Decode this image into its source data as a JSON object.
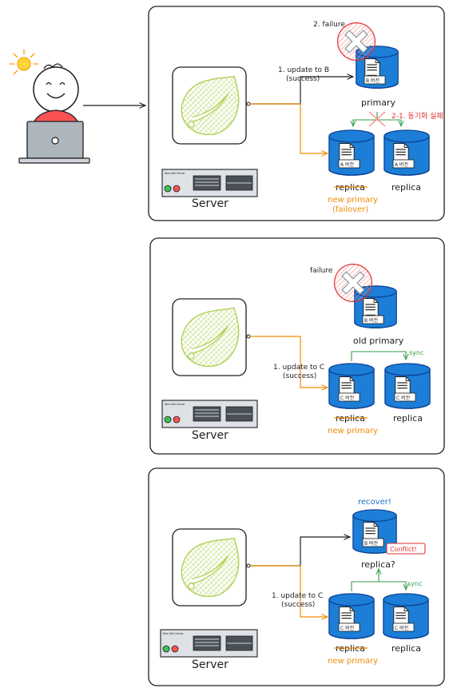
{
  "colors": {
    "db_blue": "#1c7ed6",
    "db_dark": "#0b3d91",
    "orange": "#f08c00",
    "red": "#e03131",
    "green": "#2f9e44",
    "spring_green": "#b2d25a",
    "person_shirt": "#fa5252",
    "sun": "#ffd43b"
  },
  "panel1": {
    "failure": "2. failure",
    "update": "1. update to B",
    "success": "(success)",
    "primary_doc": "B 버전",
    "primary_label": "primary",
    "sync_fail": "2-1. 동기화 실패",
    "replica1_doc": "A 버전",
    "replica1_label": "replica",
    "new_primary": "new primary",
    "failover": "(failover)",
    "replica2_doc": "A 버전",
    "replica2_label": "replica",
    "server_label": "Server",
    "server_brand": "New Dell Server"
  },
  "panel2": {
    "failure": "failure",
    "old_doc": "B 버전",
    "old_primary": "old primary",
    "update": "1. update to C",
    "success": "(success)",
    "sync": "sync",
    "replica1_doc": "C 버전",
    "replica1_label": "replica",
    "new_primary": "new primary",
    "replica2_doc": "C 버전",
    "replica2_label": "replica",
    "server_label": "Server",
    "server_brand": "New Dell Server"
  },
  "panel3": {
    "recover": "recover!",
    "recovered_doc": "B 버전",
    "conflict": "Conflict!",
    "recovered_label": "replica?",
    "update": "1. update to C",
    "success": "(success)",
    "sync": "sync",
    "replica1_doc": "C 버전",
    "replica1_label": "replica",
    "new_primary": "new primary",
    "replica2_doc": "C 버전",
    "replica2_label": "replica",
    "server_label": "Server",
    "server_brand": "New Dell Server"
  },
  "icons": [
    "person-icon",
    "sun-icon",
    "laptop-icon",
    "spring-logo-icon",
    "database-icon",
    "document-icon",
    "failure-x-icon",
    "server-rack-icon"
  ]
}
